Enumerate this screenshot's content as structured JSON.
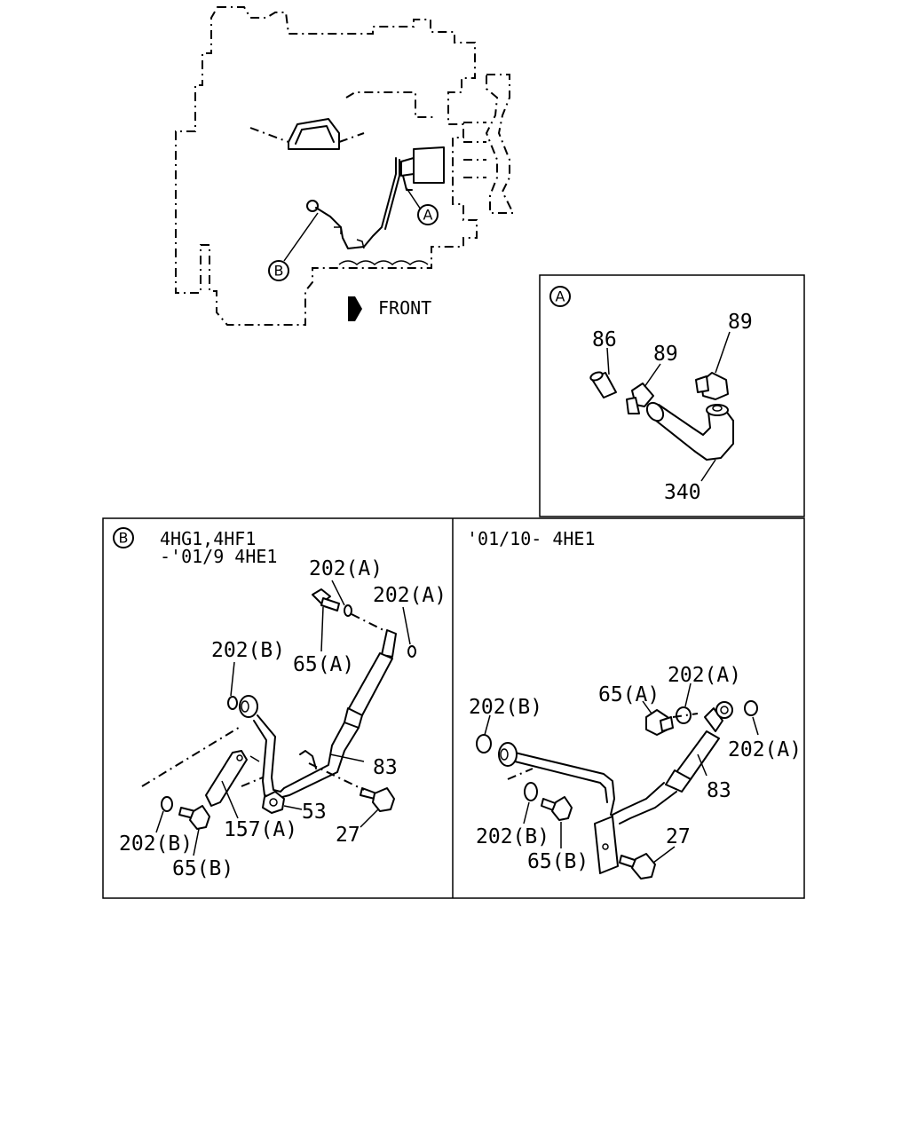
{
  "overview": {
    "front_label": "FRONT",
    "callout_a": "A",
    "callout_b": "B"
  },
  "detail_a": {
    "badge": "A",
    "labels": [
      "86",
      "89",
      "89",
      "340"
    ]
  },
  "detail_b_left": {
    "badge": "B",
    "title_line1": "4HG1,4HF1",
    "title_line2": "-'01/9 4HE1",
    "labels": [
      "202(A)",
      "202(A)",
      "65(A)",
      "202(B)",
      "83",
      "53",
      "27",
      "157(A)",
      "202(B)",
      "65(B)"
    ]
  },
  "detail_b_right": {
    "title": "'01/10- 4HE1",
    "labels": [
      "202(A)",
      "65(A)",
      "202(B)",
      "202(A)",
      "83",
      "27",
      "202(B)",
      "65(B)"
    ]
  }
}
